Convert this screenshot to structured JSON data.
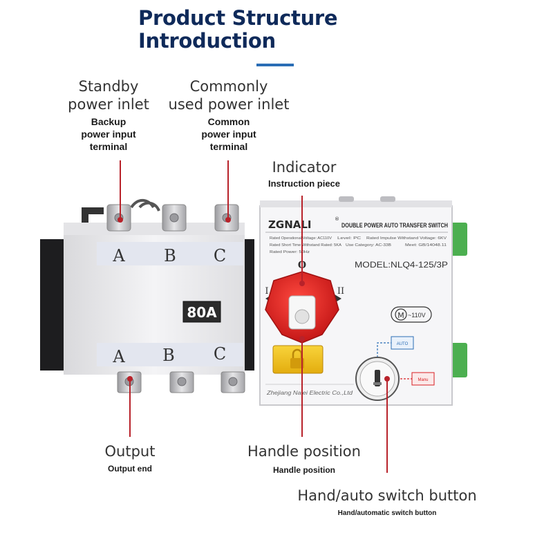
{
  "heading": {
    "line1": "Product Structure",
    "line2": "Introduction"
  },
  "colors": {
    "title": "#0f2a5a",
    "accent_bar": "#2a6db5",
    "leader_line": "#b8222a",
    "handle_red": "#d81f22",
    "lock_yellow": "#f0c419",
    "terminal_green": "#4caf50",
    "panel_grey": "#f1f1f3"
  },
  "labels": {
    "standby": {
      "line1": "Standby",
      "line2": "power inlet",
      "sub1": "Backup",
      "sub2": "power input",
      "sub3": "terminal"
    },
    "common": {
      "line1": "Commonly",
      "line2": "used power inlet",
      "sub1": "Common",
      "sub2": "power input",
      "sub3": "terminal"
    },
    "indicator": {
      "main": "Indicator",
      "sub": "Instruction piece"
    },
    "output": {
      "main": "Output",
      "sub": "Output end"
    },
    "handle": {
      "main": "Handle position",
      "sub": "Handle position"
    },
    "switch": {
      "main": "Hand/auto switch button",
      "sub": "Hand/automatic switch button"
    }
  },
  "device": {
    "phases_top": [
      "A",
      "B",
      "C"
    ],
    "phases_bottom": [
      "A",
      "B",
      "C"
    ],
    "rating": "80A",
    "brand": "ZGNALI",
    "registered": "®",
    "product_name": "DOUBLE POWER AUTO TRANSFER SWITCH",
    "spec_row1": [
      "Rated Operational Voltage: AC110V",
      "Level: PC",
      "Rated Impulse Withstand Voltage: 6KV"
    ],
    "spec_row2": [
      "Rated Short Time Withstand Rated: 5KA",
      "Use Category: AC-33B",
      "Meet: GB/14048.11"
    ],
    "spec_row3": "Rated Power: 50Hz",
    "model": "MODEL:NLQ4-125/3P",
    "pos_o": "O",
    "pos_i": "I",
    "pos_ii": "II",
    "motor_m": "M",
    "motor_voltage": "~110V",
    "mode_auto": "AUTO",
    "mode_manu": "Manu",
    "manufacturer": "Zhejiang Nalei Electric Co.,Ltd"
  }
}
